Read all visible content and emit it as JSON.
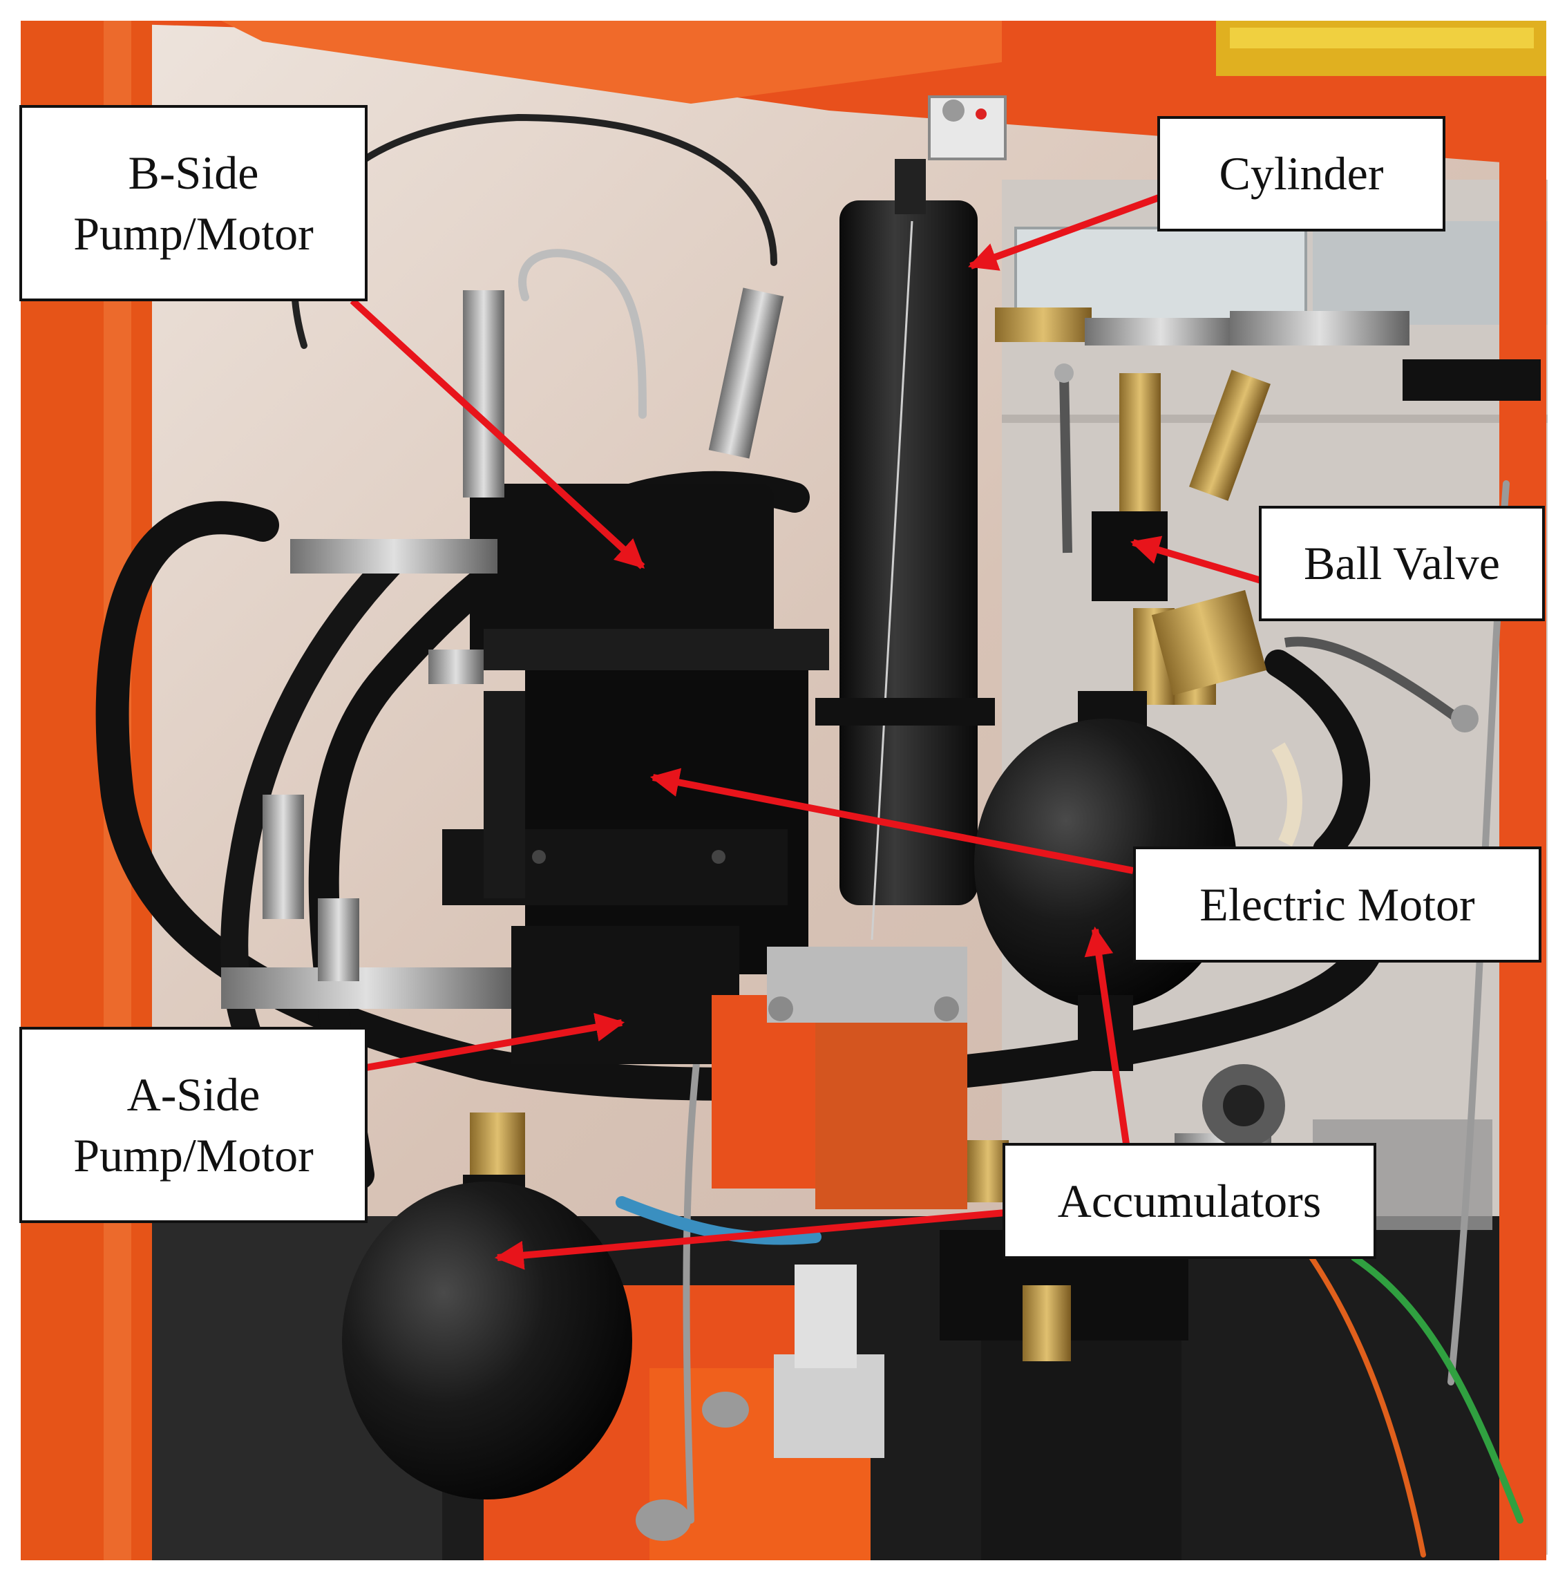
{
  "labels": {
    "b_side": "B-Side\nPump/Motor",
    "cylinder": "Cylinder",
    "ball_valve": "Ball Valve",
    "electric_motor": "Electric Motor",
    "a_side": "A-Side\nPump/Motor",
    "accumulators": "Accumulators"
  },
  "colors": {
    "arrow": "#e8141b",
    "frame_orange": "#e8501c",
    "background_wall": "#d9c7bd",
    "component_black": "#141414",
    "label_border": "#111111"
  }
}
